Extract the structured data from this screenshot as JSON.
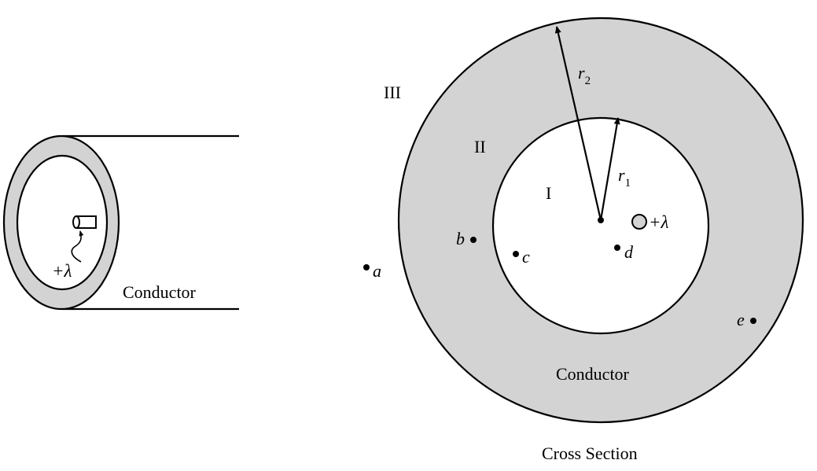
{
  "colors": {
    "conductor_fill": "#d3d3d3",
    "line": "#000000",
    "background": "#ffffff"
  },
  "left_view": {
    "charge_label": "+λ",
    "conductor_label": "Conductor"
  },
  "cross_section": {
    "region_labels": {
      "region_1": "I",
      "region_2": "II",
      "region_3": "III"
    },
    "radius_labels": {
      "r1": {
        "symbol": "r",
        "subscript": "1"
      },
      "r2": {
        "symbol": "r",
        "subscript": "2"
      }
    },
    "charge_label": "+λ",
    "points": {
      "a": "a",
      "b": "b",
      "c": "c",
      "d": "d",
      "e": "e"
    },
    "conductor_label": "Conductor",
    "caption": "Cross Section"
  }
}
